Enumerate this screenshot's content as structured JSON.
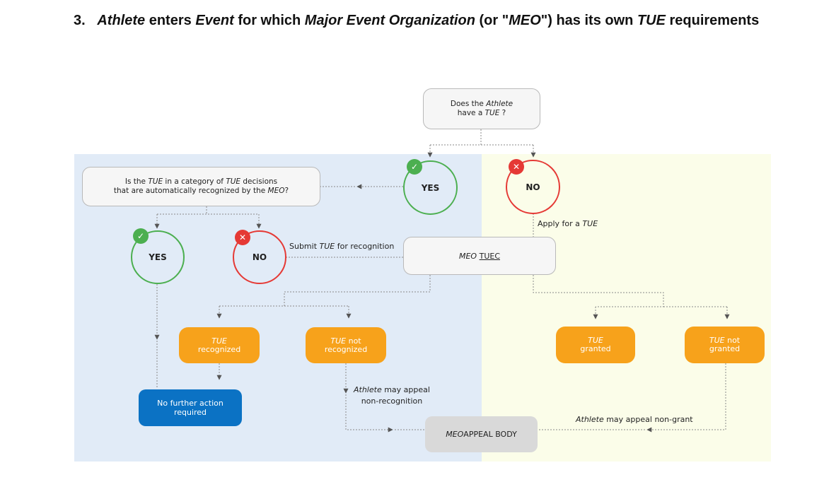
{
  "title": {
    "number": "3.",
    "parts": [
      "Athlete",
      " enters ",
      "Event",
      " for which ",
      "Major Event Organization",
      " (or \"",
      "MEO",
      "\") has its own ",
      "TUE",
      " requirements"
    ]
  },
  "diagram": {
    "question_top": {
      "line1_a": "Does the ",
      "line1_b": "Athlete",
      "line2_a": "have a ",
      "line2_b": "TUE",
      "line2_c": " ?"
    },
    "yes_top": "YES",
    "no_top": "NO",
    "question_left": {
      "line1_a": "Is the ",
      "line1_b": "TUE",
      "line1_c": " in a category of ",
      "line1_d": "TUE",
      "line1_e": " decisions",
      "line2_a": "that are automatically recognized by the ",
      "line2_b": "MEO",
      "line2_c": "?"
    },
    "yes_left": "YES",
    "no_left": "NO",
    "submit_label": {
      "a": "Submit ",
      "b": "TUE",
      "c": " for recognition"
    },
    "apply_label": {
      "a": "Apply for a ",
      "b": "TUE"
    },
    "tuec": {
      "a": "MEO",
      "b": "TUEC"
    },
    "recognized": {
      "a": "TUE",
      "b": "recognized"
    },
    "not_recognized": {
      "a": "TUE",
      "b": " not",
      "c": "recognized"
    },
    "granted": {
      "a": "TUE",
      "b": "granted"
    },
    "not_granted": {
      "a": "TUE",
      "b": " not",
      "c": "granted"
    },
    "no_further": {
      "line1": "No further action",
      "line2": "required"
    },
    "appeal_nonrec": {
      "a": "Athlete",
      "b": " may appeal",
      "c": "non-recognition"
    },
    "appeal_nongrant": {
      "a": "Athlete",
      "b": " may appeal non-grant"
    },
    "appeal_body": {
      "a": "MEO",
      "b": " APPEAL BODY"
    }
  },
  "icons": {
    "check": "✓",
    "cross": "✕"
  },
  "colors": {
    "blue_region": "#e1ebf7",
    "yellow_region": "#fbfde9",
    "orange": "#f7a21b",
    "blue_box": "#0b72c4",
    "green": "#4caf50",
    "red": "#e53935"
  }
}
